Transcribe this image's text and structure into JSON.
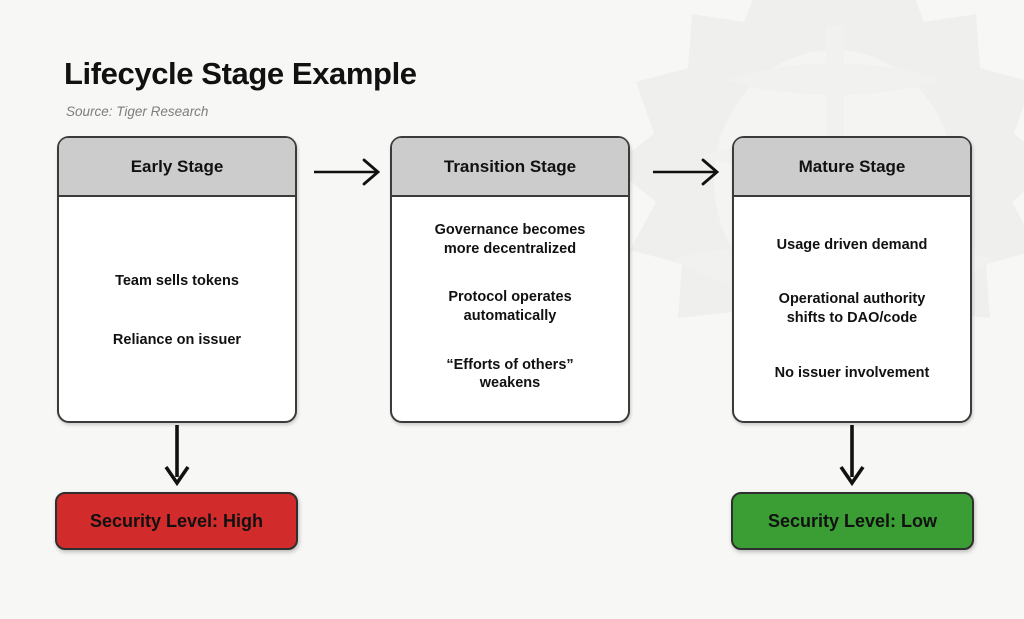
{
  "header": {
    "title": "Lifecycle Stage Example",
    "source": "Source: Tiger Research"
  },
  "colors": {
    "background": "#f7f7f5",
    "box_header": "#cccccc",
    "box_body": "#ffffff",
    "box_border": "#3b3b3b",
    "text": "#111111",
    "source_text": "#7d7d7d",
    "security_high": "#d12b2b",
    "security_low": "#3a9e34"
  },
  "stages": [
    {
      "id": "early-stage",
      "title": "Early Stage",
      "lines": [
        "Team sells tokens",
        "Reliance on issuer"
      ],
      "outcome": {
        "label": "Security Level: High",
        "level": "High",
        "color": "#d12b2b"
      }
    },
    {
      "id": "transition-stage",
      "title": "Transition Stage",
      "lines": [
        "Governance becomes\nmore decentralized",
        "Protocol operates\nautomatically",
        "“Efforts of others”\nweakens"
      ],
      "outcome": null
    },
    {
      "id": "mature-stage",
      "title": "Mature Stage",
      "lines": [
        "Usage driven demand",
        "Operational authority\nshifts to DAO/code",
        "No issuer involvement"
      ],
      "outcome": {
        "label": "Security Level: Low",
        "level": "Low",
        "color": "#3a9e34"
      }
    }
  ],
  "connectors": {
    "horizontal": [
      {
        "id": "early-to-transition",
        "icon": "arrow-right-icon"
      },
      {
        "id": "transition-to-mature",
        "icon": "arrow-right-icon"
      }
    ],
    "vertical": [
      {
        "id": "early-to-high",
        "icon": "arrow-down-icon"
      },
      {
        "id": "mature-to-low",
        "icon": "arrow-down-icon"
      }
    ]
  },
  "watermark": {
    "name": "tiger-watermark"
  }
}
